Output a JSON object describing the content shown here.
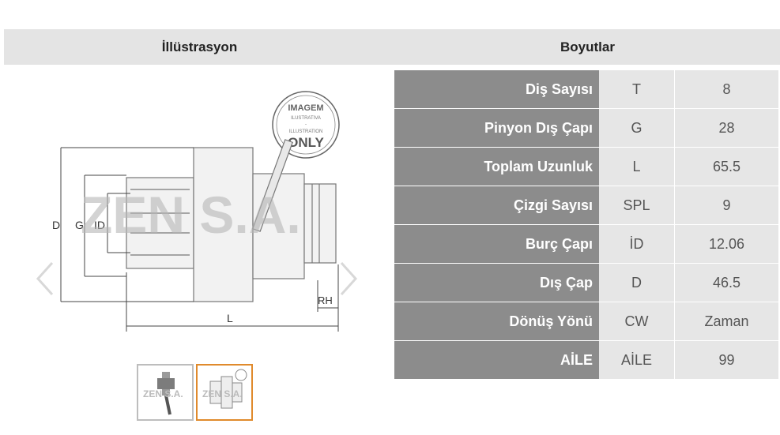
{
  "header": {
    "illustration": "İllüstrasyon",
    "dimensions": "Boyutlar"
  },
  "illustration": {
    "stamp_line1": "IMAGEM",
    "stamp_line2": "ILUSTRATIVA",
    "stamp_line3": "-",
    "stamp_line4": "ILLUSTRATION",
    "stamp_line5": "ONLY",
    "watermark": "ZEN S.A.",
    "labels": {
      "d": "D",
      "g": "G",
      "id": "ID",
      "l": "L",
      "rh": "RH"
    },
    "prev_icon": "chevron-left-icon",
    "next_icon": "chevron-right-icon"
  },
  "thumbnails": {
    "thumb1_watermark": "ZEN S.A.",
    "thumb2_watermark": "ZEN S.A.",
    "active_color": "#e08a2c"
  },
  "specs": [
    {
      "label": "Diş Sayısı",
      "code": "T",
      "value": "8"
    },
    {
      "label": "Pinyon Dış Çapı",
      "code": "G",
      "value": "28"
    },
    {
      "label": "Toplam Uzunluk",
      "code": "L",
      "value": "65.5"
    },
    {
      "label": "Çizgi Sayısı",
      "code": "SPL",
      "value": "9"
    },
    {
      "label": "Burç Çapı",
      "code": "İD",
      "value": "12.06"
    },
    {
      "label": "Dış Çap",
      "code": "D",
      "value": "46.5"
    },
    {
      "label": "Dönüş Yönü",
      "code": "CW",
      "value": "Zaman"
    },
    {
      "label": "AİLE",
      "code": "AİLE",
      "value": "99"
    }
  ],
  "colors": {
    "label_bg": "#8c8c8c",
    "cell_bg": "#e6e6e6",
    "header_bg": "#e4e4e4"
  }
}
